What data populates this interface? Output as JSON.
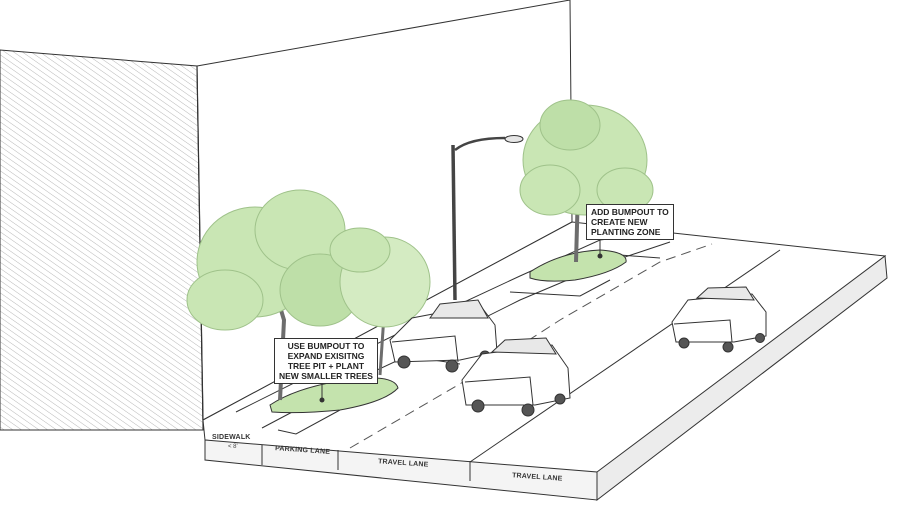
{
  "callouts": {
    "bumpout_existing": [
      "USE BUMPOUT TO",
      "EXPAND EXISITNG",
      "TREE PIT + PLANT",
      "NEW SMALLER TREES"
    ],
    "bumpout_new": [
      "ADD BUMPOUT TO",
      "CREATE NEW",
      "PLANTING ZONE"
    ]
  },
  "lane_labels": {
    "sidewalk": "SIDEWALK",
    "sidewalk_width": "< 8'",
    "parking": "PARKING LANE",
    "travel_1": "TRAVEL LANE",
    "travel_2": "TRAVEL LANE"
  },
  "colors": {
    "tree_foliage": "#c9e6b4",
    "tree_foliage_dark": "#a9cf92",
    "planting_zone": "#bfe0a7",
    "outline": "#333333",
    "wall_hatch": "#bdbdbd"
  }
}
